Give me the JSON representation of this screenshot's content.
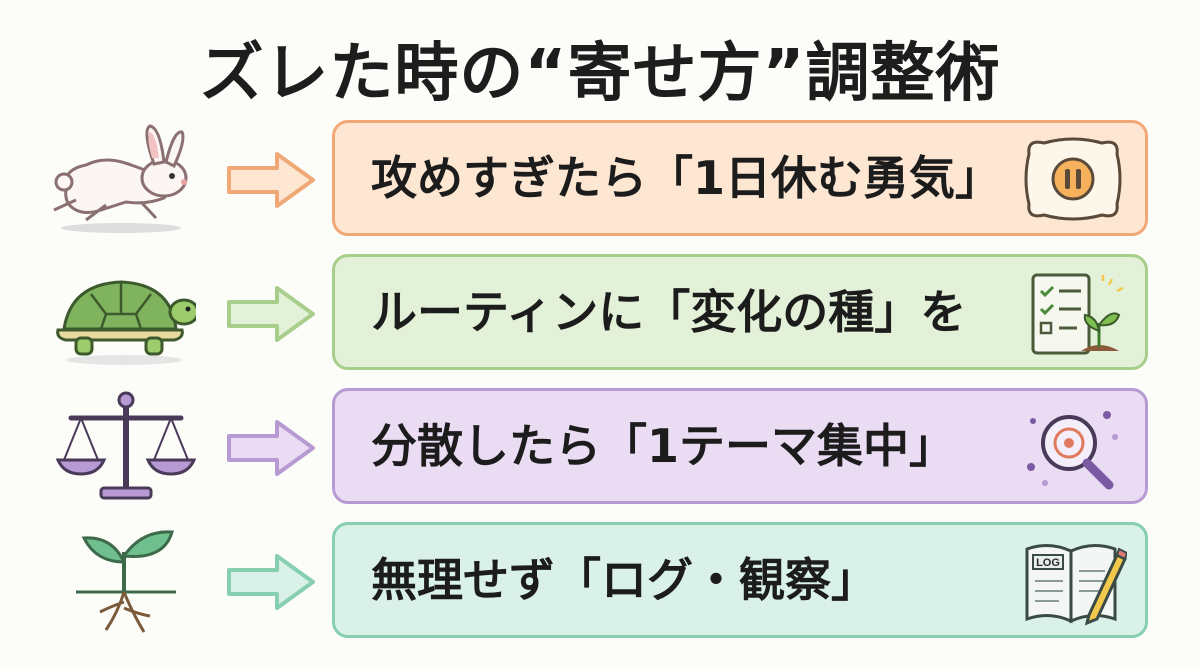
{
  "title": "ズレた時の“寄せ方”調整術",
  "rows": [
    {
      "text": "攻めすぎたら「1日休む勇気」",
      "left_icon": "rabbit-icon",
      "right_icon": "pillow-pause-icon",
      "color": "#f0a877"
    },
    {
      "text": "ルーティンに「変化の種」を",
      "left_icon": "turtle-icon",
      "right_icon": "checklist-sprout-icon",
      "color": "#a7cf8b"
    },
    {
      "text": "分散したら「1テーマ集中」",
      "left_icon": "balance-scale-icon",
      "right_icon": "magnifier-target-icon",
      "color": "#b79ad3"
    },
    {
      "text": "無理せず「ログ・観察」",
      "left_icon": "sprout-roots-icon",
      "right_icon": "log-book-pencil-icon",
      "color": "#86cfb1"
    }
  ],
  "log_book_label": "LOG"
}
